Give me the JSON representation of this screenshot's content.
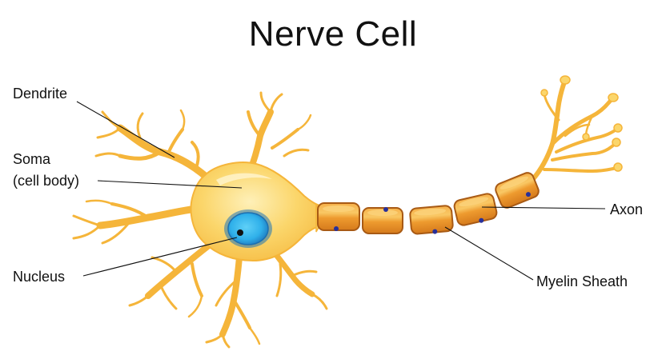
{
  "title": "Nerve Cell",
  "labels": {
    "dendrite": "Dendrite",
    "soma_line1": "Soma",
    "soma_line2": "(cell body)",
    "nucleus": "Nucleus",
    "axon": "Axon",
    "myelin_sheath": "Myelin Sheath"
  },
  "colors": {
    "cell_fill": "#fbd66b",
    "cell_outline": "#f5b53a",
    "cell_highlight": "#fde9a6",
    "nucleus_outer": "#2b86c6",
    "nucleus_inner": "#35b5ee",
    "nucleolus": "#111111",
    "myelin_fill": "#ee9b2f",
    "myelin_outline": "#a85a14",
    "myelin_highlight": "#f8c257",
    "node_dot": "#28309a",
    "leader_line": "#111111"
  }
}
